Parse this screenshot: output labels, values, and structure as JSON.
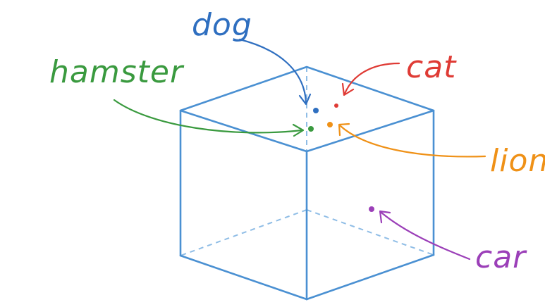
{
  "colors": {
    "cube": "#4a90d2",
    "cube_hidden": "#8fbde6",
    "dog": "#2f6fc0",
    "cat": "#df3b35",
    "hamster": "#3a9a3f",
    "lion": "#ef9117",
    "car": "#9b3fb8"
  },
  "labels": {
    "dog": "dog",
    "cat": "cat",
    "hamster": "hamster",
    "lion": "lion",
    "car": "car"
  },
  "points": [
    {
      "key": "dog",
      "label": "dog",
      "color": "#2f6fc0"
    },
    {
      "key": "cat",
      "label": "cat",
      "color": "#df3b35"
    },
    {
      "key": "hamster",
      "label": "hamster",
      "color": "#3a9a3f"
    },
    {
      "key": "lion",
      "label": "lion",
      "color": "#ef9117"
    },
    {
      "key": "car",
      "label": "car",
      "color": "#9b3fb8"
    }
  ]
}
